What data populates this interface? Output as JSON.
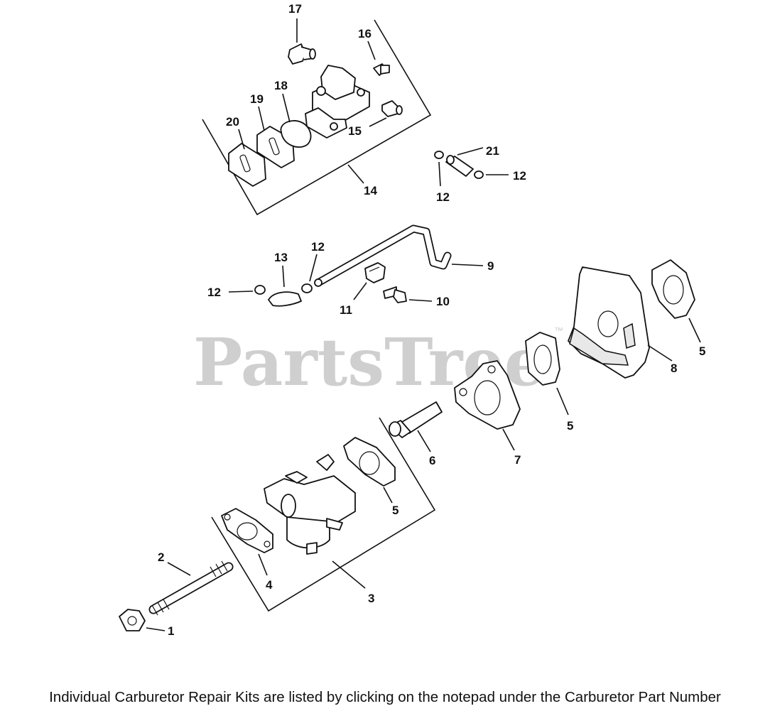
{
  "watermark": {
    "text": "PartsTree",
    "trademark": "™"
  },
  "callouts": {
    "c1": "1",
    "c2": "2",
    "c3": "3",
    "c4": "4",
    "c5a": "5",
    "c5b": "5",
    "c5c": "5",
    "c6": "6",
    "c7": "7",
    "c8": "8",
    "c9": "9",
    "c10": "10",
    "c11": "11",
    "c12a": "12",
    "c12b": "12",
    "c12c": "12",
    "c12d": "12",
    "c13": "13",
    "c14": "14",
    "c15": "15",
    "c16": "16",
    "c17": "17",
    "c18": "18",
    "c19": "19",
    "c20": "20",
    "c21": "21"
  },
  "footer": {
    "note": "Individual Carburetor Repair Kits are listed by clicking on the notepad under the Carburetor Part Number"
  }
}
